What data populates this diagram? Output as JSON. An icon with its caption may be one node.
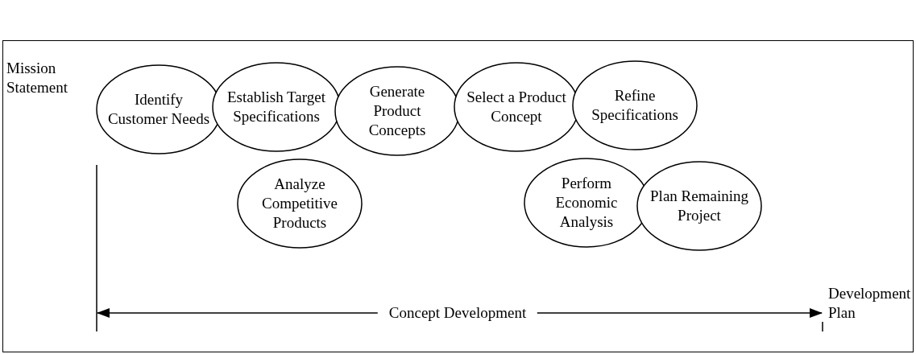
{
  "diagram": {
    "nodes": [
      {
        "text": [
          "Mission Statement"
        ]
      },
      {
        "text": [
          "Identify Customer Needs"
        ]
      },
      {
        "text": [
          "Establish Target Specifications"
        ]
      },
      {
        "text": [
          "Analyze Competitive Products"
        ]
      },
      {
        "text": [
          "Generate Product Concepts"
        ]
      },
      {
        "text": [
          "Select a Product Concept"
        ]
      },
      {
        "text": [
          "Refine Specifications"
        ]
      },
      {
        "text": [
          "Perform Economic Analysis"
        ]
      },
      {
        "text": [
          "Plan Remaining Project"
        ]
      },
      {
        "text": [
          "Development Plan"
        ]
      }
    ],
    "labels": [
      "Concept Development"
    ]
  }
}
